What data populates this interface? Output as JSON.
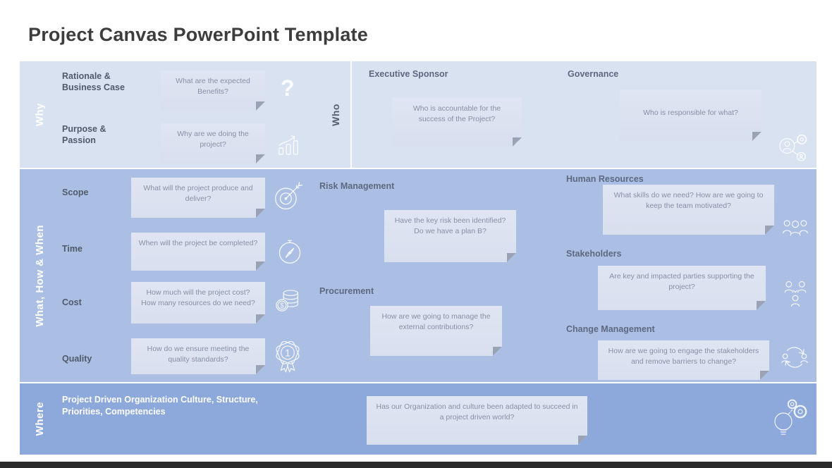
{
  "title": "Project Canvas PowerPoint Template",
  "why": {
    "label": "Why",
    "rationale_label": "Rationale & Business Case",
    "rationale_note": "What are the expected Benefits?",
    "purpose_label": "Purpose & Passion",
    "purpose_note": "Why are we doing the project?"
  },
  "who": {
    "label": "Who",
    "executive_header": "Executive Sponsor",
    "executive_note": "Who is accountable for the success of the Project?",
    "governance_header": "Governance",
    "governance_note": "Who is responsible for what?"
  },
  "what": {
    "label": "What, How & When",
    "scope_label": "Scope",
    "scope_note": "What will the project produce and deliver?",
    "time_label": "Time",
    "time_note": "When will the project be completed?",
    "cost_label": "Cost",
    "cost_note": "How much will the project cost? How many resources do we need?",
    "quality_label": "Quality",
    "quality_note": "How do we ensure meeting the quality standards?",
    "risk_header": "Risk Management",
    "risk_note": "Have the key risk been identified? Do we have a plan B?",
    "procurement_header": "Procurement",
    "procurement_note": "How are we going to manage the external contributions?",
    "hr_header": "Human Resources",
    "hr_note": "What skills do we need? How are we going to keep the team motivated?",
    "stakeholders_header": "Stakeholders",
    "stakeholders_note": "Are key and impacted parties supporting the project?",
    "change_header": "Change Management",
    "change_note": "How are we going to engage the stakeholders and remove barriers to change?"
  },
  "where": {
    "label": "Where",
    "heading": "Project Driven Organization Culture, Structure, Priorities, Competencies",
    "note": "Has our Organization and culture been adapted to succeed in a project driven world?"
  },
  "icons": {
    "question_mark": "?",
    "why_growth": "growth-chart",
    "governance": "people-network",
    "scope": "target-arrow",
    "time": "compass",
    "cost": "coins",
    "quality": "medal-first-place",
    "human_resources": "team",
    "stakeholders": "connected-people",
    "change_management": "people-cycle-arrows",
    "where": "lightbulb-gears"
  },
  "colors": {
    "row_why": "#d9e2f1",
    "row_what": "#aabfe3",
    "row_where": "#8da8db",
    "note_bg": "#dce3f0",
    "note_fold": "#9aa2b6",
    "header_text": "#5f6880",
    "label_text": "#515a6b",
    "note_text": "#8790a6",
    "title_text": "#3d3d3d",
    "icon_stroke": "#ffffff"
  }
}
